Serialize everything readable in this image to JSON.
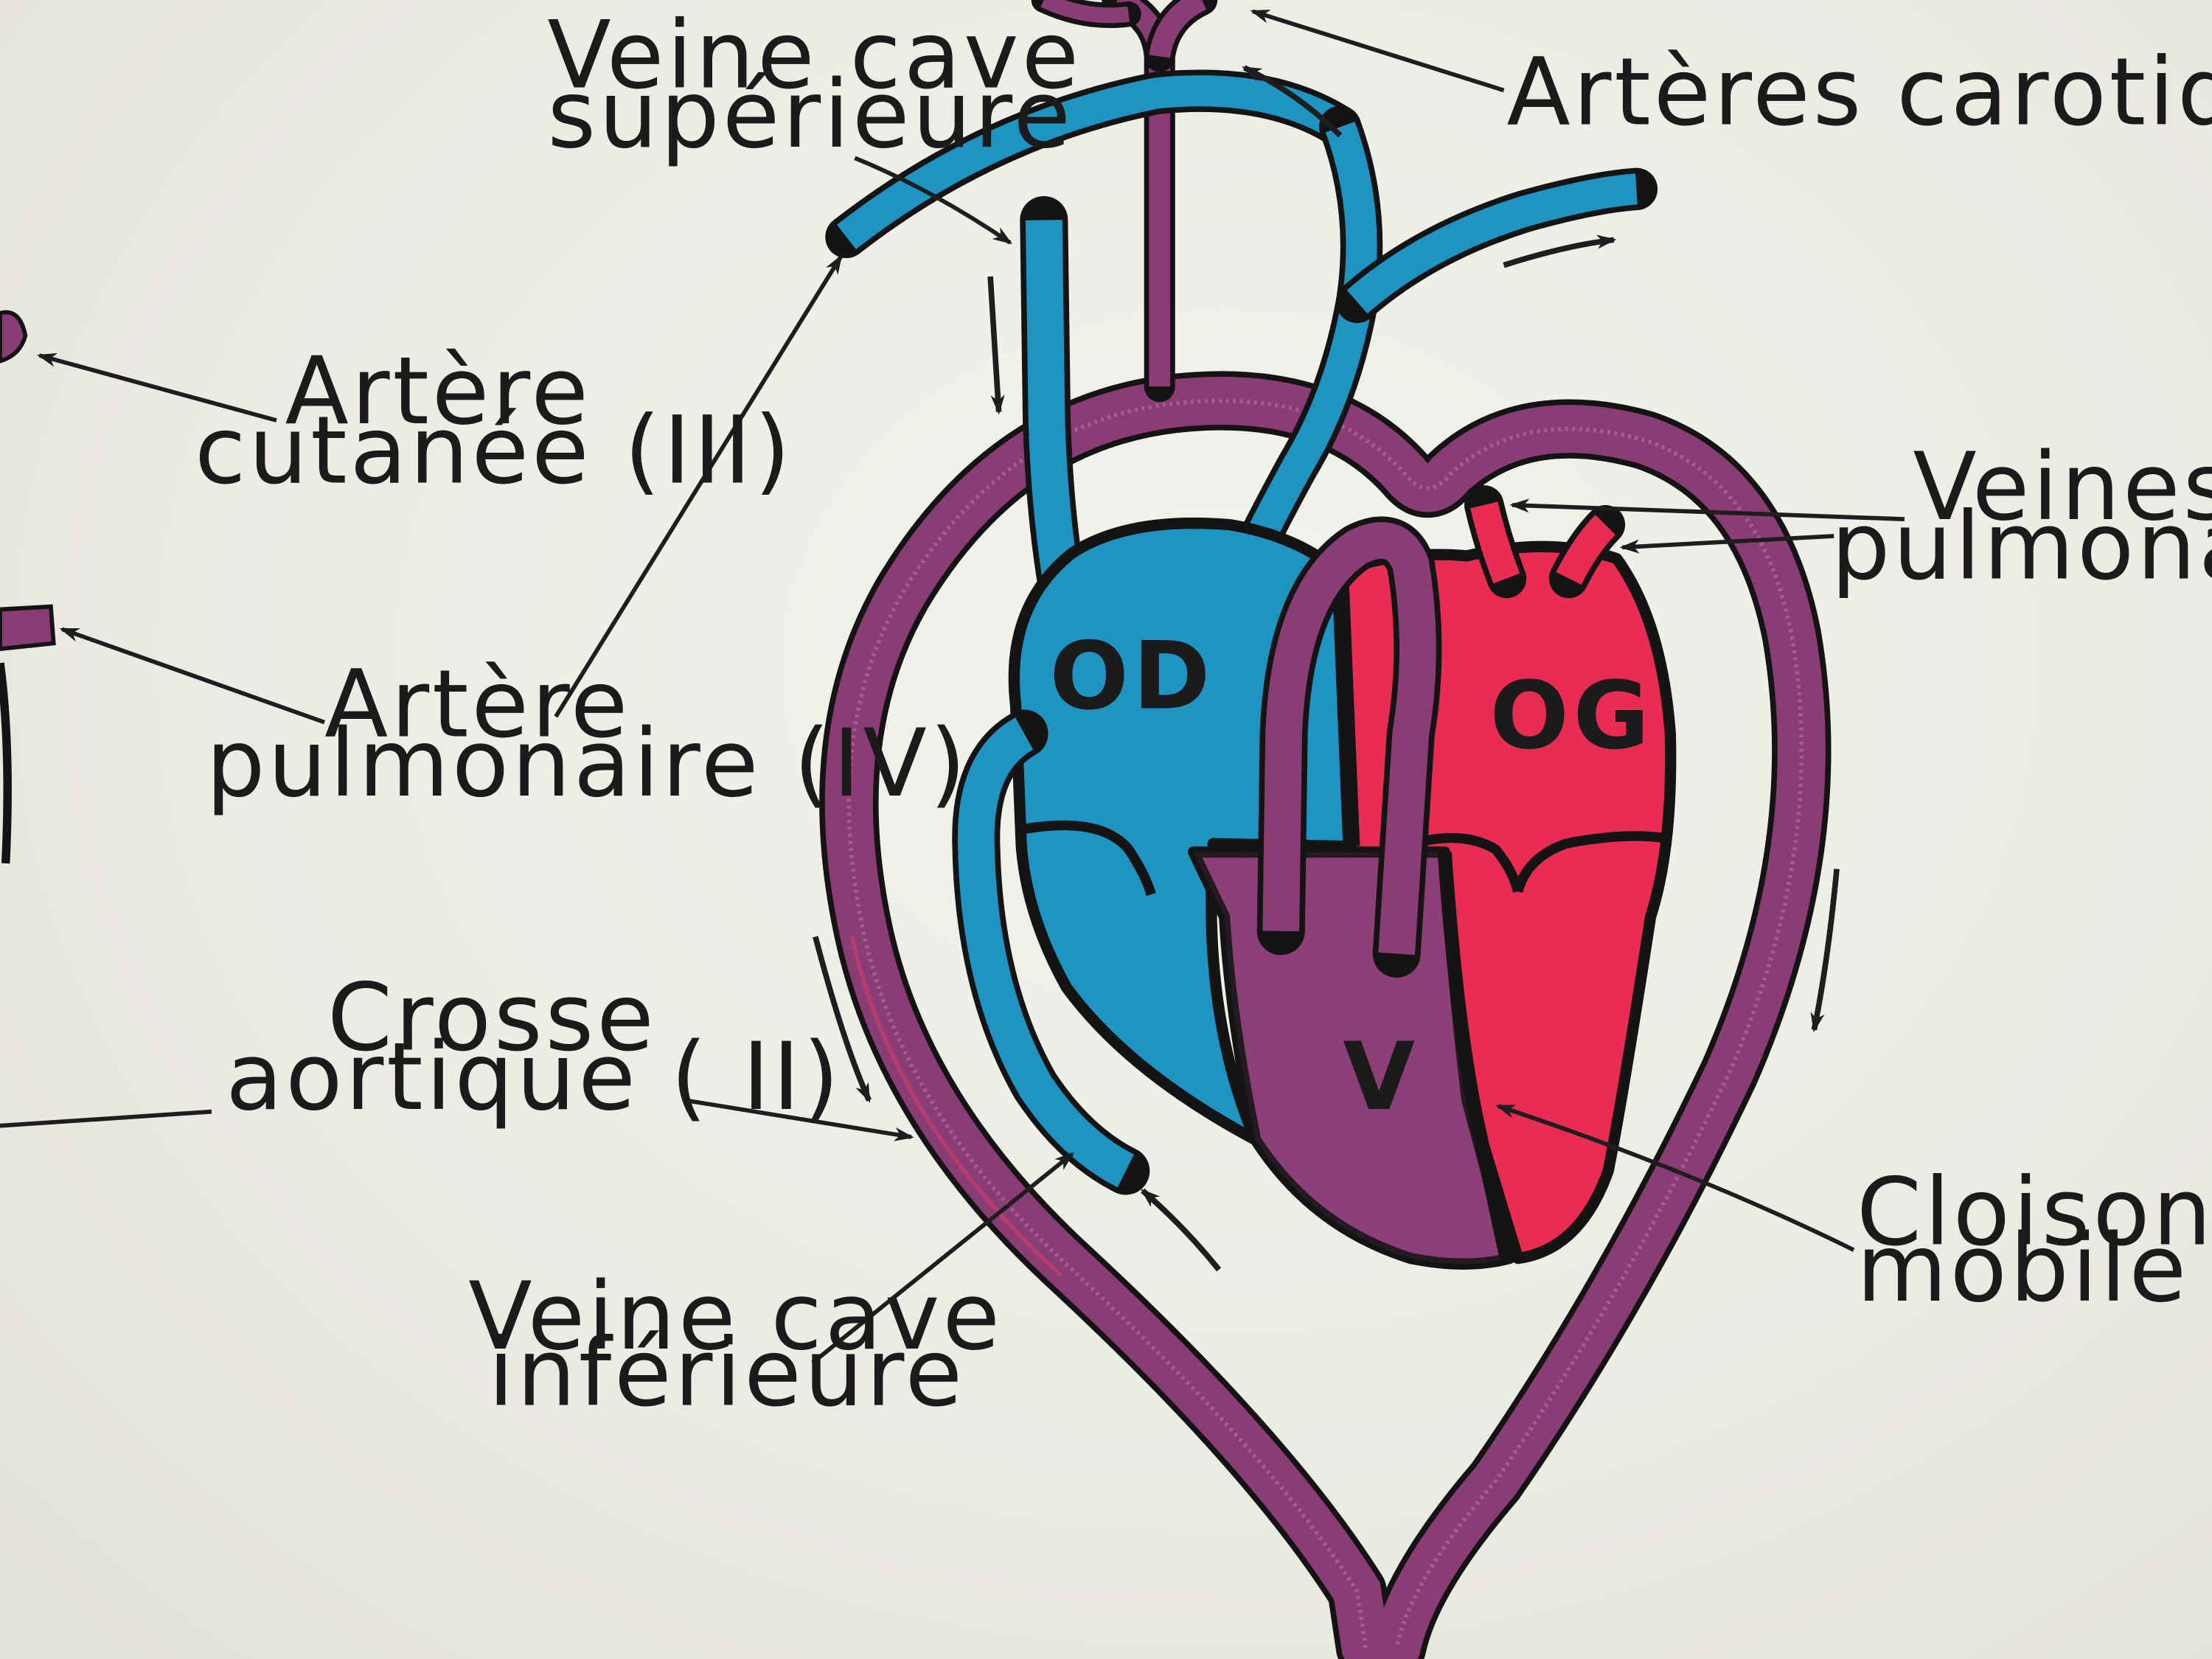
{
  "labels": {
    "veine_cave_superieure": [
      "Veine  cave",
      "supérieure"
    ],
    "arteres_carotides": "Artères carotides (I)",
    "artere_cutanee": [
      "Artère",
      "cutanée (III)"
    ],
    "veines_pulmonaires": [
      "Veines",
      "pulmonaires"
    ],
    "artere_pulmonaire": [
      "Artère",
      "pulmonaire (IV)"
    ],
    "crosse_aortique": [
      "Crosse",
      "aortique  ( II)"
    ],
    "cloison_mobile": [
      "Cloison",
      "mobile"
    ],
    "veine_cave_inferieure": [
      "Veine  cave",
      "inférieure"
    ]
  },
  "chambers": {
    "right_atrium": "OD",
    "left_atrium": "OG",
    "ventricle": "V"
  },
  "colors": {
    "background": "#ecebe4",
    "deoxygenated_blue": "#1f93c2",
    "oxygenated_red": "#ea2c55",
    "mixed_purple": "#8a3d72",
    "outline": "#141414"
  }
}
